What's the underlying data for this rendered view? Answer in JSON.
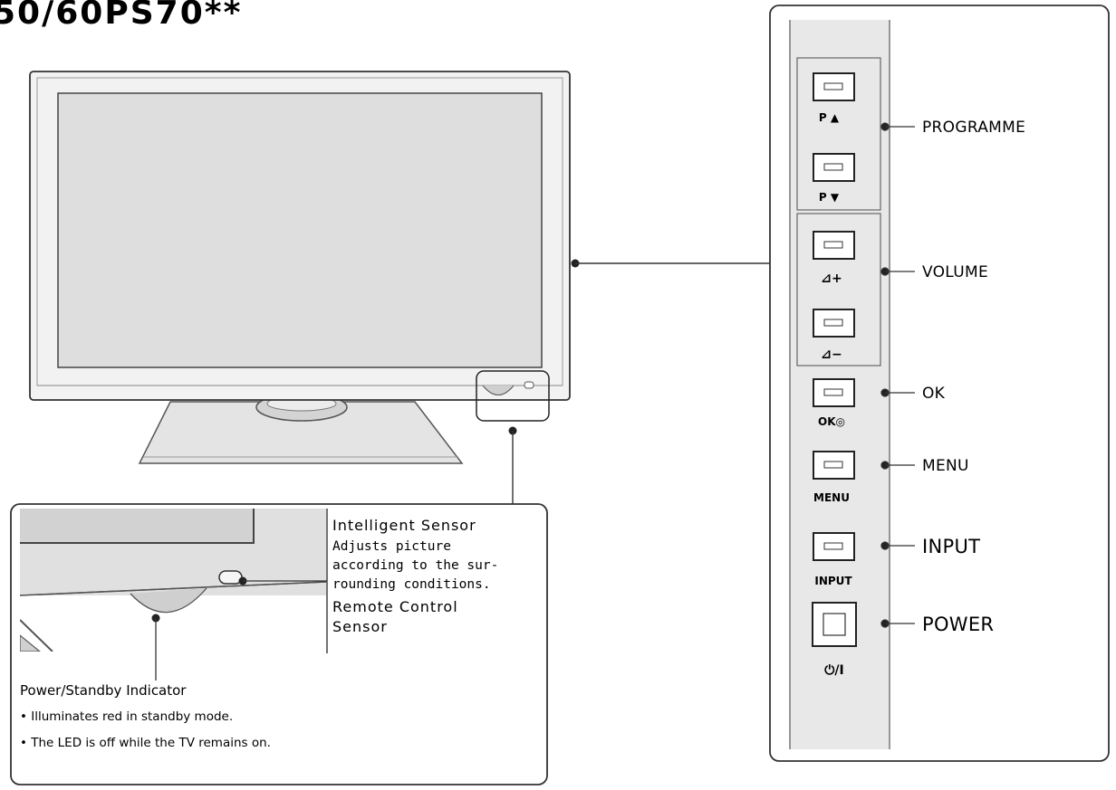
{
  "header": {
    "model_text": "50/60PS70**"
  },
  "side_panel": {
    "labels": {
      "p_up": "P ▲",
      "p_down": "P ▼",
      "vol_up": "⊿+",
      "vol_down": "⊿−",
      "ok": "OK◎",
      "menu": "MENU",
      "input": "INPUT",
      "power": "⏻/I"
    }
  },
  "callouts": {
    "programme": "PROGRAMME",
    "volume": "VOLUME",
    "ok": "OK",
    "menu": "MENU",
    "input": "INPUT",
    "power": "POWER"
  },
  "detail": {
    "sensor_title": "Intelligent Sensor",
    "sensor_desc": [
      "Adjusts picture",
      "according to the sur-",
      "rounding conditions."
    ],
    "remote_title": [
      "Remote Control",
      "Sensor"
    ],
    "ps_title": "Power/Standby Indicator",
    "ps_bullets": [
      "• Illuminates red in standby mode.",
      "• The LED is off while the TV remains on."
    ]
  }
}
